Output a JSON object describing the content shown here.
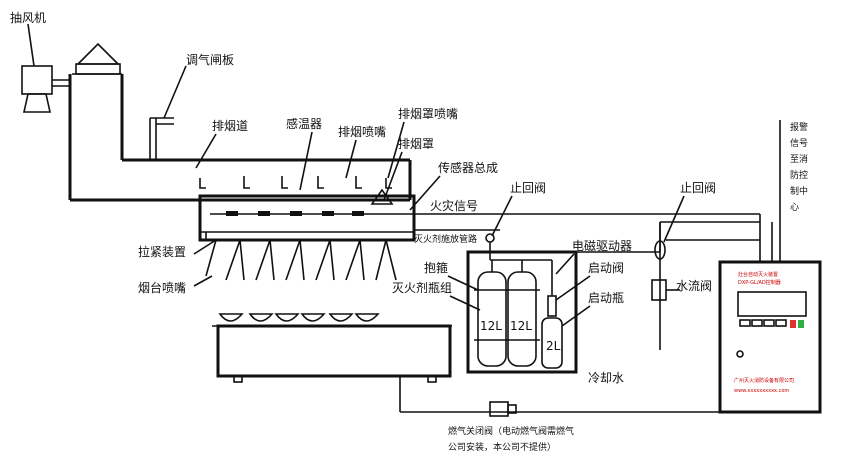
{
  "labels": {
    "exhaust_fan": "抽风机",
    "damper": "调气闸板",
    "flue": "排烟道",
    "temp_sensor": "感温器",
    "flue_nozzle": "排烟喷嘴",
    "hood_nozzle": "排烟罩喷嘴",
    "hood": "排烟罩",
    "sensor_assembly": "传感器总成",
    "fire_signal": "火灾信号",
    "agent_pipe": "灭火剂施放管路",
    "check_valve_1": "止回阀",
    "check_valve_2": "止回阀",
    "solenoid_driver": "电磁驱动器",
    "start_valve": "启动阀",
    "start_bottle": "启动瓶",
    "hoop": "抱箍",
    "agent_bottle_group": "灭火剂瓶组",
    "water_flow_valve": "水流阀",
    "cooling_water": "冷却水",
    "tightening_device": "拉紧装置",
    "stove_nozzle": "烟台喷嘴",
    "bottle_12l_a": "12L",
    "bottle_12l_b": "12L",
    "bottle_2l": "2L",
    "gas_valve": "燃气关闭阀（电动燃气阀需燃气",
    "gas_valve_note": "公司安装，本公司不提供）",
    "alarm_signal": [
      "报警",
      "信号",
      "至消",
      "防控",
      "制中",
      "心"
    ]
  },
  "controller": {
    "title": "灶台自动灭火装置",
    "model": "DXP-GL/AD控制器",
    "company": "广州灭火消防设备有限公司",
    "url": "www.xxxxxxxxxx.com"
  },
  "colors": {
    "line": "#111111",
    "controller_text": "#cc0000",
    "led_red": "#e03030",
    "led_green": "#30b040"
  }
}
